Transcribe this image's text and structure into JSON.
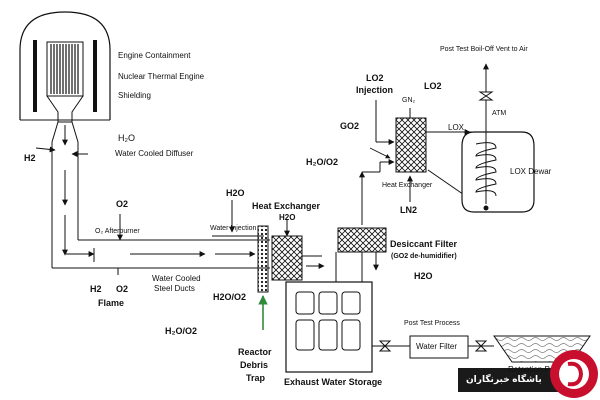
{
  "labels": {
    "engine_containment": "Engine Containment",
    "nuclear_thermal_engine": "Nuclear Thermal Engine",
    "shielding": "Shielding",
    "h2o_top": "H₂O",
    "h2_left": "H2",
    "water_cooled_diffuser": "Water Cooled Diffuser",
    "o2_top": "O2",
    "o2_afterburner": "O₂ Afterburner",
    "water_injection": "Water Injection",
    "h2_flame": "H2",
    "o2_flame": "O2",
    "flame": "Flame",
    "water_cooled_steel_ducts_1": "Water Cooled",
    "water_cooled_steel_ducts_2": "Steel Ducts",
    "h2o_o2_bottom": "H₂O/O2",
    "h2o_hx_top": "H2O",
    "heat_exchanger_main": "Heat Exchanger",
    "h2o_hx_inner": "H2O",
    "h2o_o2_mid": "H2O/O2",
    "h2o_o2_right": "H₂O/O2",
    "reactor_debris_trap_1": "Reactor",
    "reactor_debris_trap_2": "Debris",
    "reactor_debris_trap_3": "Trap",
    "exhaust_water_storage": "Exhaust Water Storage",
    "desiccant_filter": "Desiccant Filter",
    "go2_dehumidifier": "(GO2 de-humidifier)",
    "h2o_right": "H2O",
    "lo2_injection_1": "LO2",
    "lo2_injection_2": "Injection",
    "gn2": "GN₂",
    "lo2_right": "LO2",
    "go2": "GO2",
    "lox": "LOX",
    "atm": "ATM",
    "heat_exchanger_small": "Heat Exchanger",
    "ln2": "LN2",
    "lox_dewar": "LOX Dewar",
    "vent": "Post Test Boil-Off Vent to Air",
    "post_test_process": "Post Test Process",
    "water_filter": "Water Filter",
    "retention_pond": "Retention P",
    "watermark_text": "باشگاه خبرنگاران"
  },
  "colors": {
    "line": "#111111",
    "debris_arrow": "#2e8b3a",
    "watermark_red": "#c8102e",
    "watermark_black": "#1a1a1a"
  }
}
